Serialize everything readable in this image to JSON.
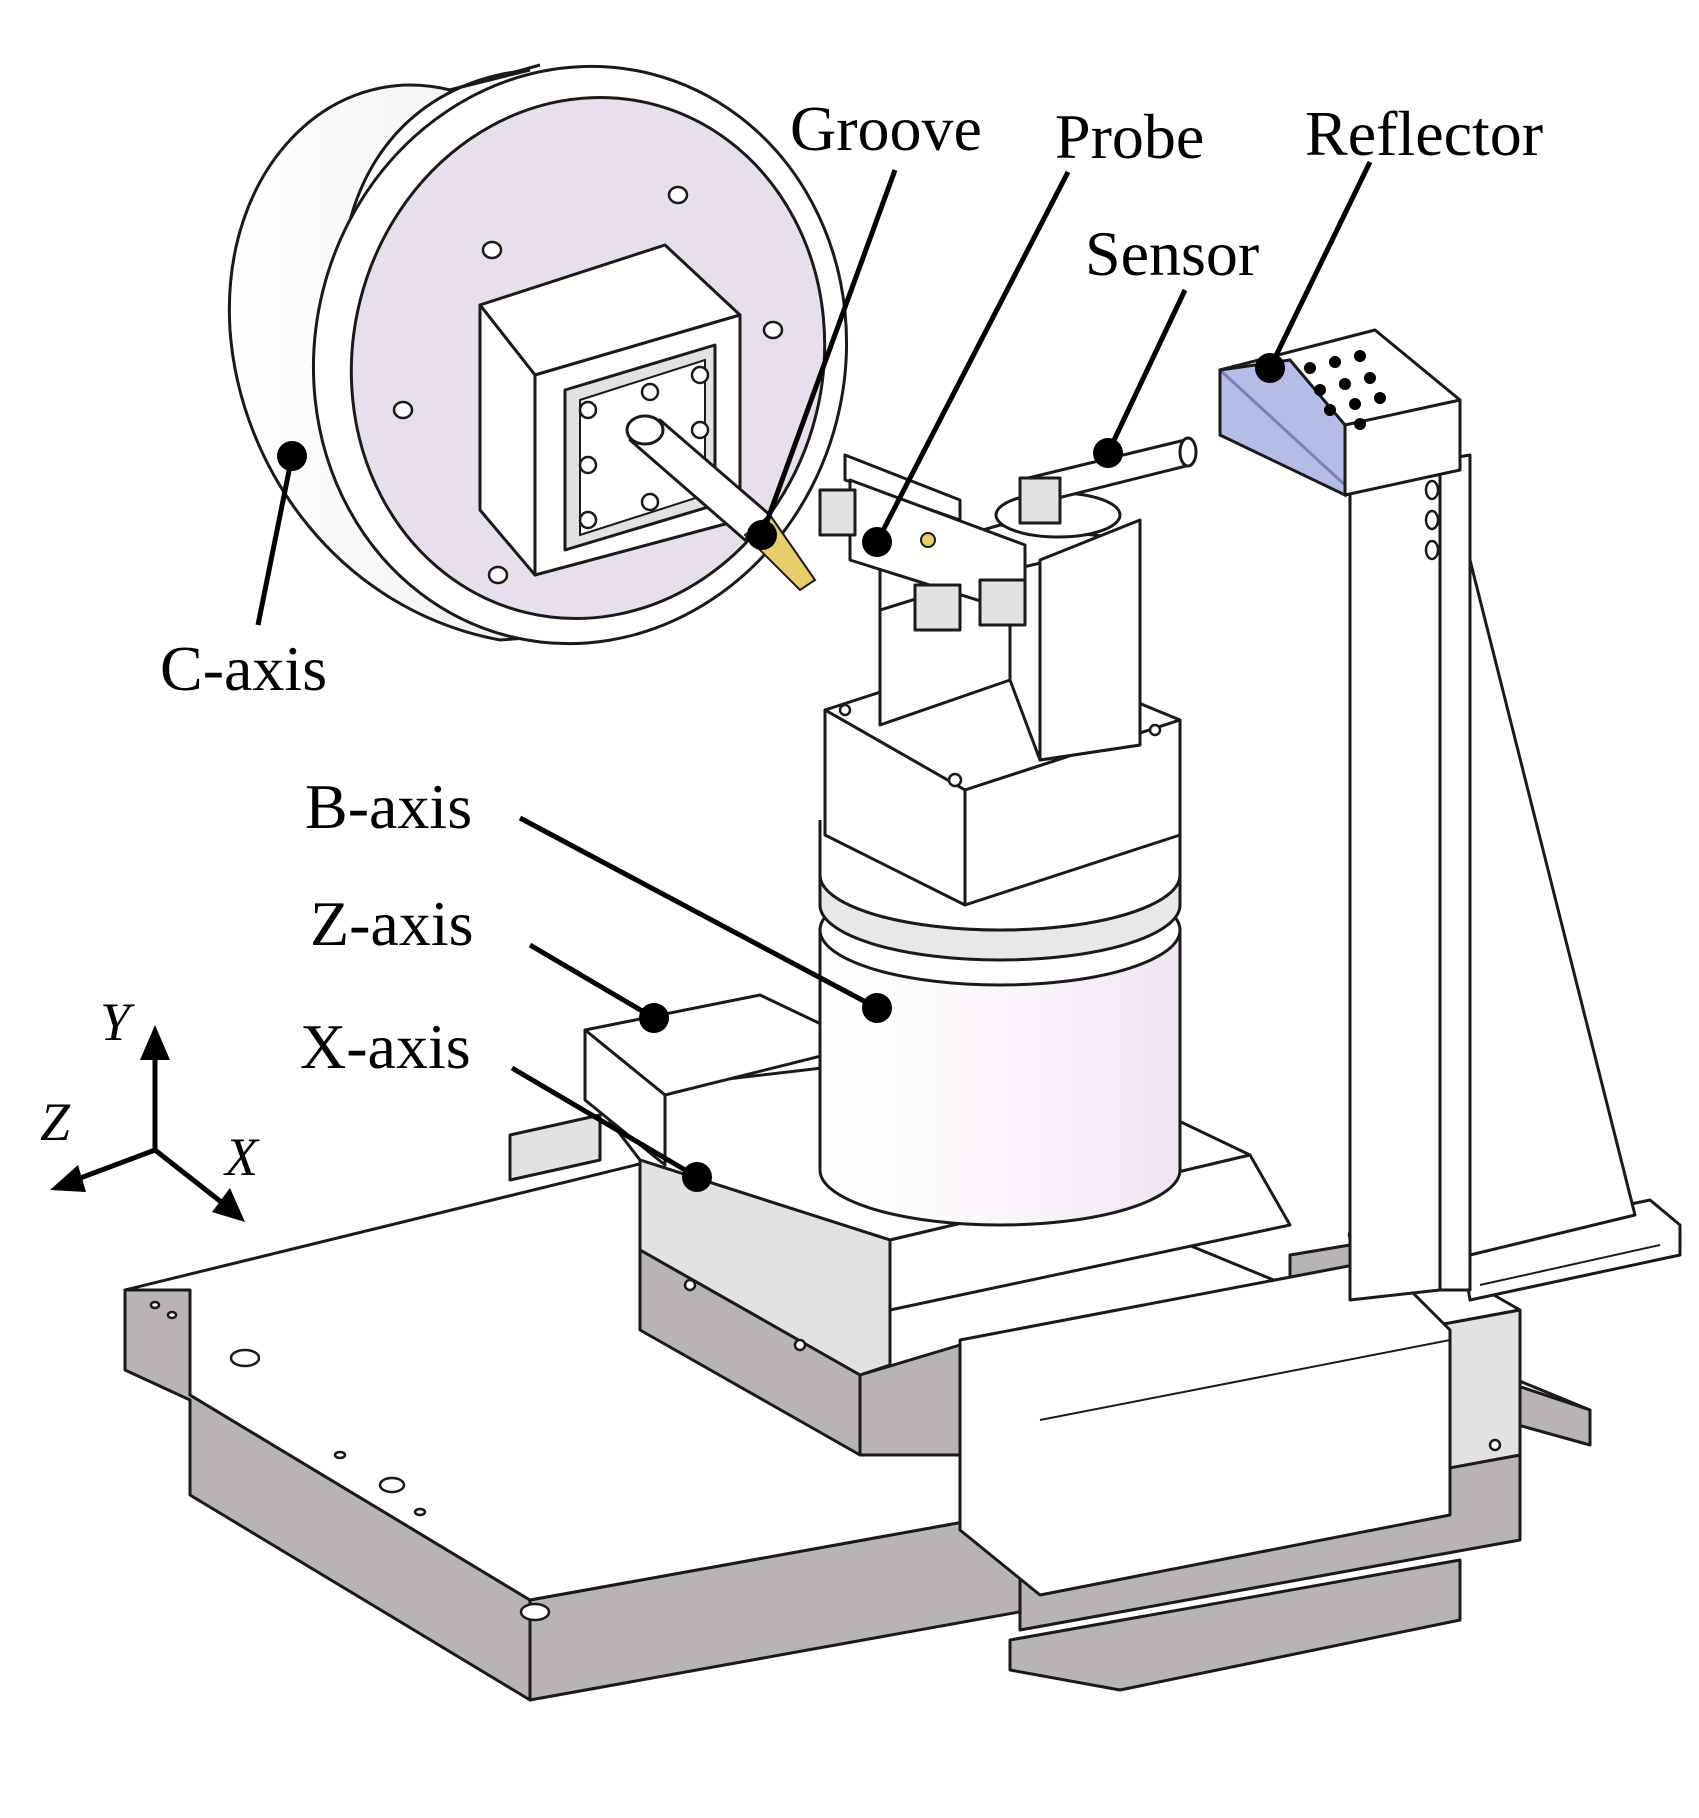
{
  "figure": {
    "labels": {
      "groove": "Groove",
      "probe": "Probe",
      "reflector": "Reflector",
      "sensor": "Sensor",
      "c_axis": "C-axis",
      "b_axis": "B-axis",
      "z_axis": "Z-axis",
      "x_axis": "X-axis"
    },
    "coordinate_frame": {
      "y": "Y",
      "z": "Z",
      "x": "X"
    },
    "colors": {
      "accent_purple": "#e7e0ec",
      "reflector_blue": "#9ea6e0",
      "base_gray": "#b7b3b7"
    }
  }
}
